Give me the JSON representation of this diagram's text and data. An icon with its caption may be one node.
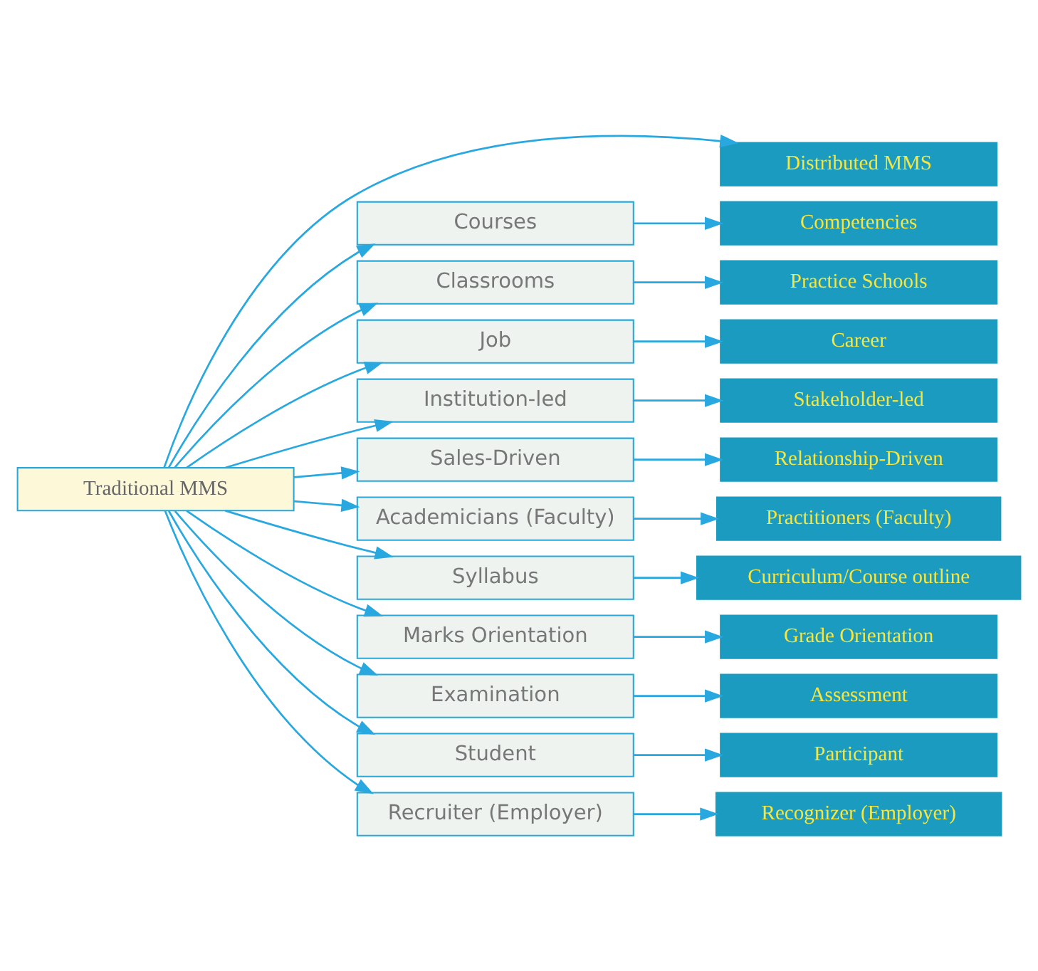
{
  "diagram": {
    "nodes": [
      {
        "text": [
          "Traditional MMS"
        ]
      },
      {
        "text": [
          "Distributed MMS"
        ]
      },
      {
        "text": [
          "Courses"
        ]
      },
      {
        "text": [
          "Competencies"
        ]
      },
      {
        "text": [
          "Classrooms"
        ]
      },
      {
        "text": [
          "Practice Schools"
        ]
      },
      {
        "text": [
          "Job"
        ]
      },
      {
        "text": [
          "Career"
        ]
      },
      {
        "text": [
          "Institution-led"
        ]
      },
      {
        "text": [
          "Stakeholder-led"
        ]
      },
      {
        "text": [
          "Sales-Driven"
        ]
      },
      {
        "text": [
          "Relationship-Driven"
        ]
      },
      {
        "text": [
          "Academicians (Faculty)"
        ]
      },
      {
        "text": [
          "Practitioners (Faculty)"
        ]
      },
      {
        "text": [
          "Syllabus"
        ]
      },
      {
        "text": [
          "Curriculum/Course outline"
        ]
      },
      {
        "text": [
          "Marks Orientation"
        ]
      },
      {
        "text": [
          "Grade Orientation"
        ]
      },
      {
        "text": [
          "Examination"
        ]
      },
      {
        "text": [
          "Assessment"
        ]
      },
      {
        "text": [
          "Student"
        ]
      },
      {
        "text": [
          "Participant"
        ]
      },
      {
        "text": [
          "Recruiter (Employer)"
        ]
      },
      {
        "text": [
          "Recognizer (Employer)"
        ]
      }
    ],
    "edges": [
      {
        "from": 0,
        "to": 1,
        "arrow": "to"
      },
      {
        "from": 0,
        "to": 2,
        "arrow": "to"
      },
      {
        "from": 0,
        "to": 4,
        "arrow": "to"
      },
      {
        "from": 0,
        "to": 6,
        "arrow": "to"
      },
      {
        "from": 0,
        "to": 8,
        "arrow": "to"
      },
      {
        "from": 0,
        "to": 10,
        "arrow": "to"
      },
      {
        "from": 0,
        "to": 12,
        "arrow": "to"
      },
      {
        "from": 0,
        "to": 14,
        "arrow": "to"
      },
      {
        "from": 0,
        "to": 16,
        "arrow": "to"
      },
      {
        "from": 0,
        "to": 18,
        "arrow": "to"
      },
      {
        "from": 0,
        "to": 20,
        "arrow": "to"
      },
      {
        "from": 0,
        "to": 22,
        "arrow": "to"
      },
      {
        "from": 2,
        "to": 3,
        "arrow": "to"
      },
      {
        "from": 4,
        "to": 5,
        "arrow": "to"
      },
      {
        "from": 6,
        "to": 7,
        "arrow": "to"
      },
      {
        "from": 8,
        "to": 9,
        "arrow": "to"
      },
      {
        "from": 10,
        "to": 11,
        "arrow": "to"
      },
      {
        "from": 12,
        "to": 13,
        "arrow": "to"
      },
      {
        "from": 14,
        "to": 15,
        "arrow": "to"
      },
      {
        "from": 16,
        "to": 17,
        "arrow": "to"
      },
      {
        "from": 18,
        "to": 19,
        "arrow": "to"
      },
      {
        "from": 20,
        "to": 21,
        "arrow": "to"
      },
      {
        "from": 22,
        "to": 23,
        "arrow": "to"
      }
    ]
  }
}
